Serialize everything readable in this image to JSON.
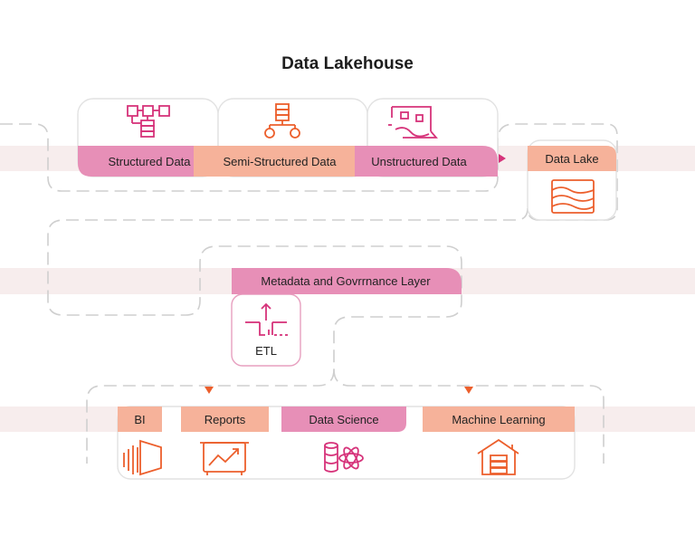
{
  "title": "Data Lakehouse",
  "sources": {
    "structured": "Structured Data",
    "semi_structured": "Semi-Structured Data",
    "unstructured": "Unstructured Data"
  },
  "data_lake": "Data Lake",
  "metadata_layer": "Metadata and Govrrnance Layer",
  "etl": "ETL",
  "consumers": {
    "bi": "BI",
    "reports": "Reports",
    "data_science": "Data Science",
    "machine_learning": "Machine Learning"
  },
  "colors": {
    "pink": "#e78fb7",
    "salmon": "#f6b29a",
    "magenta_icon": "#d6337a",
    "orange_icon": "#ec5f2c",
    "band": "#f7eded",
    "dash": "#cfcfcf"
  },
  "icons": [
    "hierarchy-icon",
    "server-flow-icon",
    "unstructured-icon",
    "wave-chart-icon",
    "etl-icon",
    "speaker-icon",
    "trend-chart-icon",
    "database-atom-icon",
    "house-server-icon"
  ]
}
